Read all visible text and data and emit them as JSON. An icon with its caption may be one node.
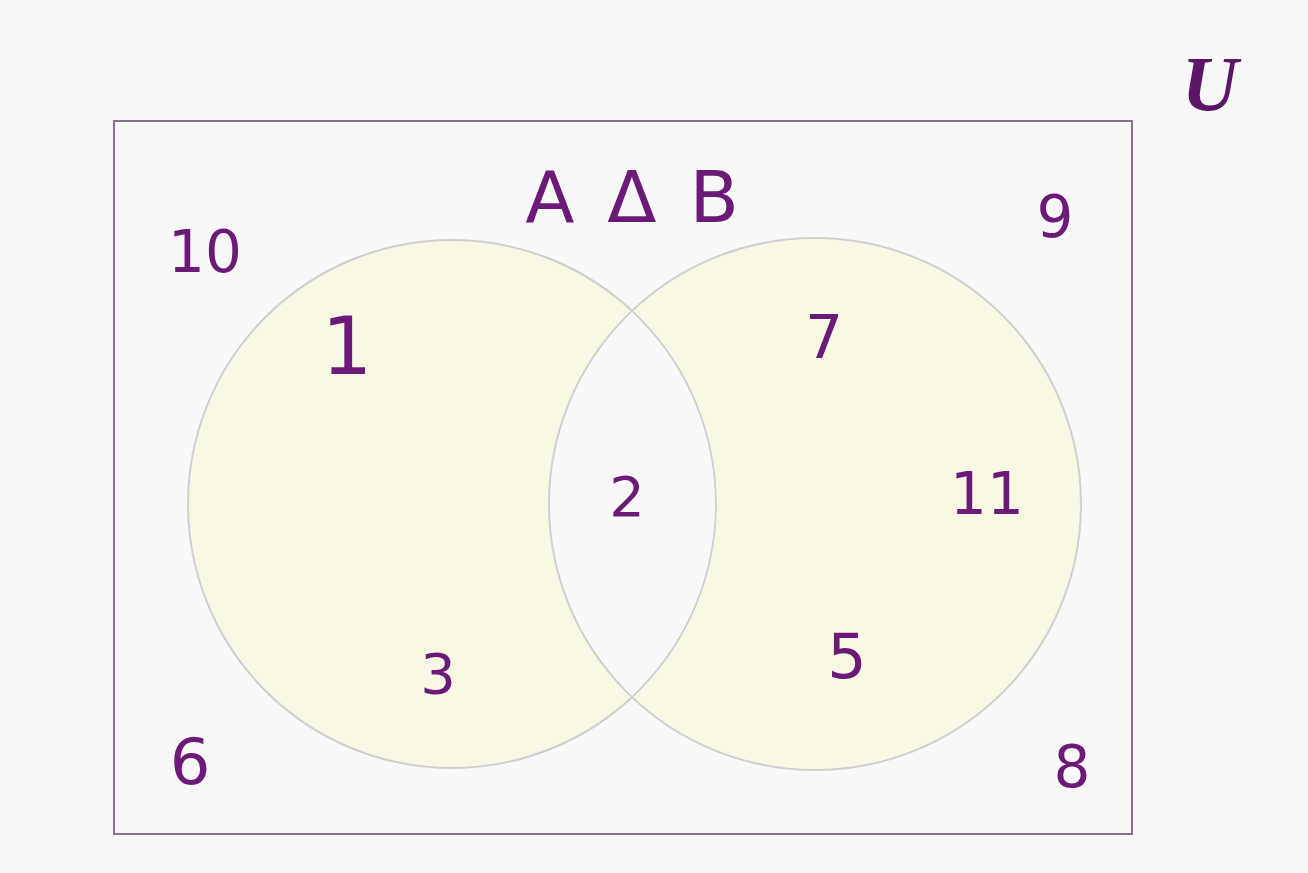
{
  "diagram": {
    "title": "A Δ B",
    "nodes": [
      {
        "text": [
          "U"
        ]
      },
      {
        "text": [],
        "shape": "circle",
        "in": 0
      },
      {
        "text": [],
        "shape": "circle",
        "in": 0
      }
    ],
    "edges": [],
    "labels": [
      "9",
      "10",
      "7",
      "1",
      "11",
      "2",
      "5",
      "3",
      "6",
      "8"
    ]
  }
}
